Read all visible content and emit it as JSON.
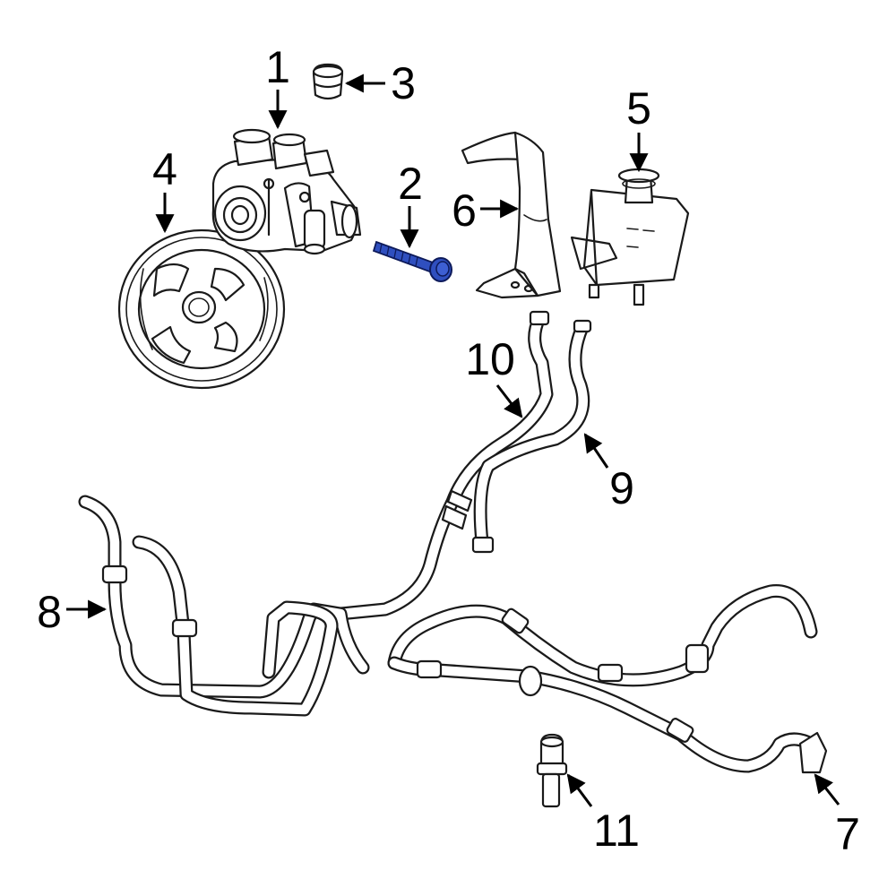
{
  "diagram": {
    "callouts": [
      {
        "id": "1",
        "label": "1"
      },
      {
        "id": "2",
        "label": "2"
      },
      {
        "id": "3",
        "label": "3"
      },
      {
        "id": "4",
        "label": "4"
      },
      {
        "id": "5",
        "label": "5"
      },
      {
        "id": "6",
        "label": "6"
      },
      {
        "id": "7",
        "label": "7"
      },
      {
        "id": "8",
        "label": "8"
      },
      {
        "id": "9",
        "label": "9"
      },
      {
        "id": "10",
        "label": "10"
      },
      {
        "id": "11",
        "label": "11"
      }
    ],
    "highlight_color": "#2f4fbf",
    "line_color": "#1a1a1a"
  }
}
